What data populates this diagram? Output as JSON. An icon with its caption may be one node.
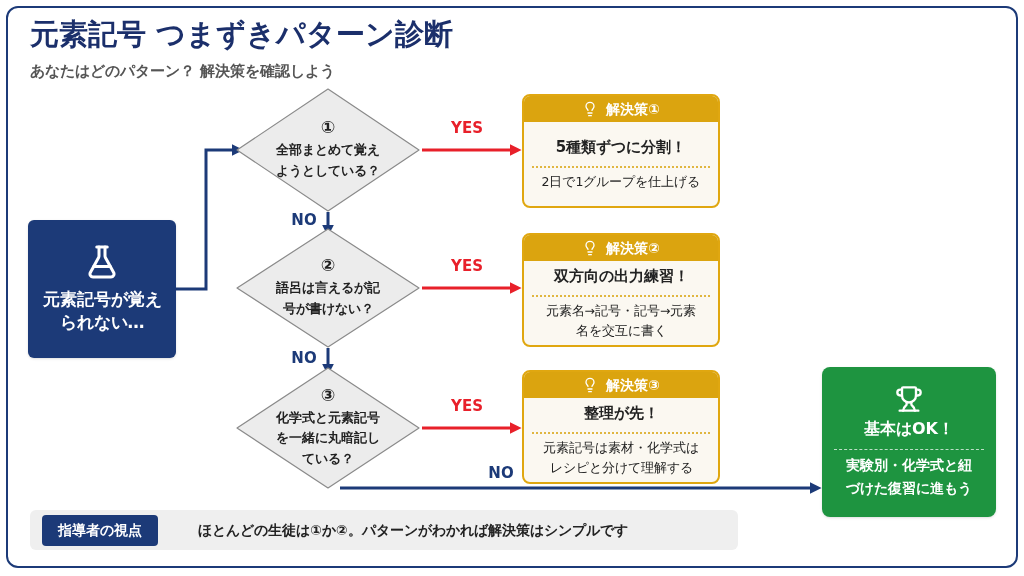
{
  "diagram": {
    "title": "元素記号 つまずきパターン診断",
    "nodes": [
      {
        "text": [
          "元素記号が覚えられない…"
        ]
      },
      {
        "text": [
          "①",
          "全部まとめて覚えようとしている？"
        ]
      },
      {
        "text": [
          "解決策①",
          "5種類ずつに分割！",
          "2日で1グループを仕上げる"
        ]
      },
      {
        "text": [
          "②",
          "語呂は言えるが記号が書けない？"
        ]
      },
      {
        "text": [
          "解決策②",
          "双方向の出力練習！",
          "元素名→記号・記号→元素名を交互に書く"
        ]
      },
      {
        "text": [
          "③",
          "化学式と元素記号を一緒に丸暗記している？"
        ]
      },
      {
        "text": [
          "解決策③",
          "整理が先！",
          "元素記号は素材・化学式はレシピと分けて理解する"
        ]
      },
      {
        "text": [
          "基本はOK！",
          "実験別・化学式と紐づけた復習に進もう"
        ]
      }
    ],
    "edges": [
      {
        "from": 0,
        "to": 1,
        "arrow": "to"
      },
      {
        "from": 1,
        "to": 2,
        "arrow": "to",
        "label": "YES",
        "color": "#e8202a"
      },
      {
        "from": 1,
        "to": 3,
        "arrow": "to",
        "label": "NO"
      },
      {
        "from": 3,
        "to": 4,
        "arrow": "to",
        "label": "YES",
        "color": "#e8202a"
      },
      {
        "from": 3,
        "to": 5,
        "arrow": "to",
        "label": "NO"
      },
      {
        "from": 5,
        "to": 6,
        "arrow": "to",
        "label": "YES",
        "color": "#e8202a"
      },
      {
        "from": 5,
        "to": 7,
        "arrow": "to",
        "label": "NO"
      }
    ],
    "labels": [
      "あなたはどのパターン？ 解決策を確認しよう",
      "指導者の視点",
      "ほとんどの生徒は①か②。パターンがわかれば解決策はシンプルです"
    ]
  }
}
